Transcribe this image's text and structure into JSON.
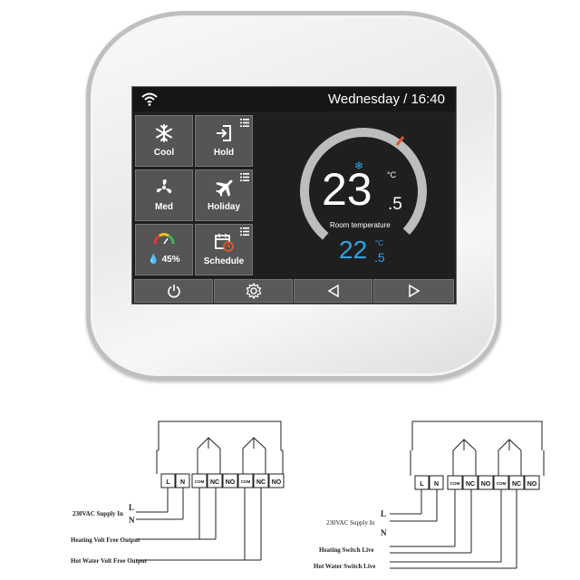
{
  "status": {
    "datetime": "Wednesday / 16:40"
  },
  "tiles": [
    {
      "label": "Cool",
      "icon": "snowflake-icon"
    },
    {
      "label": "Hold",
      "icon": "hold-icon"
    },
    {
      "label": "Med",
      "icon": "fan-icon"
    },
    {
      "label": "Holiday",
      "icon": "airplane-icon"
    },
    {
      "label": "45%",
      "icon": "humidity-gauge-icon"
    },
    {
      "label": "Schedule",
      "icon": "schedule-icon"
    }
  ],
  "temperature": {
    "room_whole": "23",
    "room_decimal": ".5",
    "unit": "°C",
    "label": "Room temperature",
    "set_whole": "22",
    "set_decimal": ".5",
    "set_unit": "°C"
  },
  "colors": {
    "accent": "#2ea3e6",
    "marker": "#e2572b",
    "screen_bg": "#1f1f1f",
    "tile_bg": "#555555"
  },
  "diagram_left": {
    "terminals": [
      "L",
      "N",
      "COM",
      "NC",
      "NO",
      "COM",
      "NC",
      "NO"
    ],
    "labels": [
      "L",
      "N",
      "230VAC Supply In",
      "Heating Volt Free Output",
      "Hot Water  Volt Free Output"
    ]
  },
  "diagram_right": {
    "terminals": [
      "L",
      "N",
      "COM",
      "NC",
      "NO",
      "COM",
      "NC",
      "NO"
    ],
    "labels": [
      "L",
      "N",
      "230VAC Supply In",
      "Heating  Switch Live",
      "Hot Water  Switch Live"
    ]
  }
}
